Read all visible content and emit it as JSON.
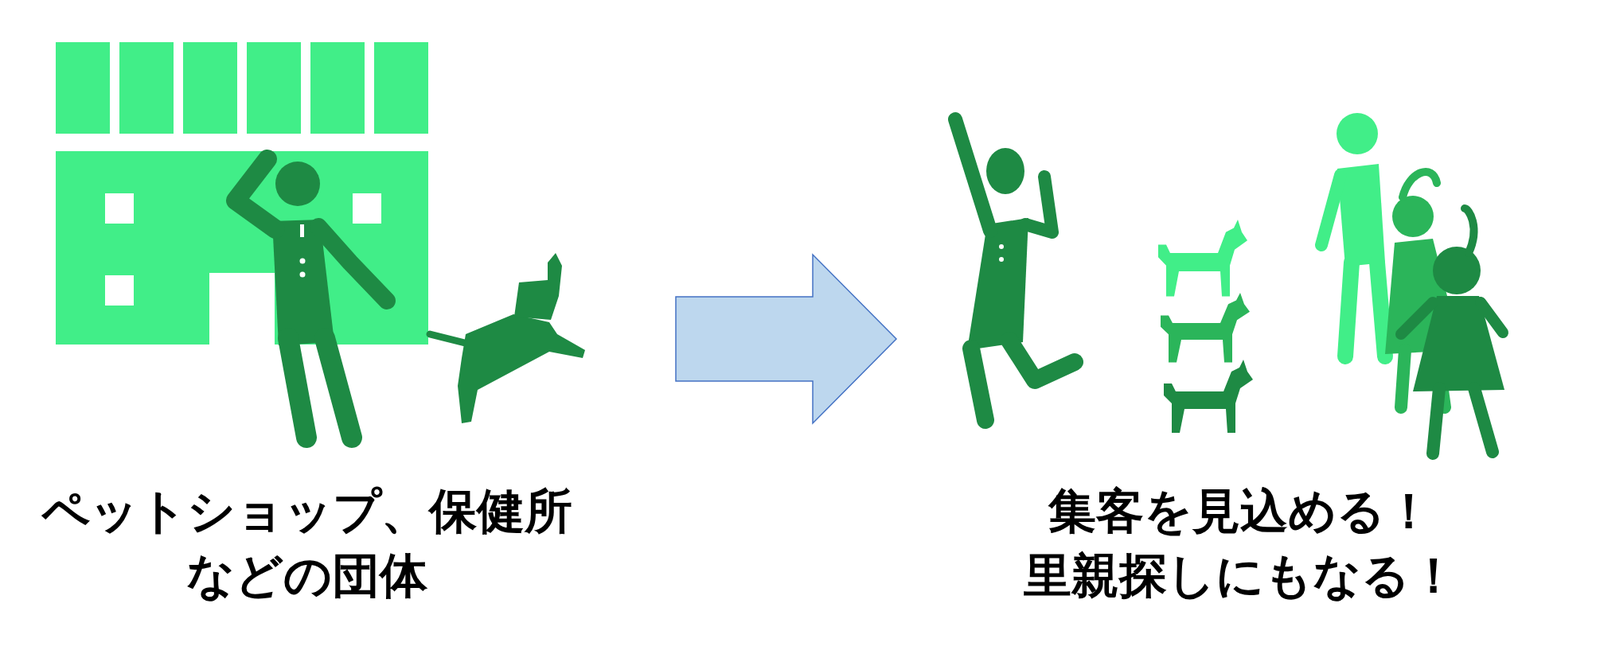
{
  "diagram": {
    "nodes": [
      {
        "text": [
          "ペットショップ、保健所 などの団体"
        ]
      },
      {
        "text": [
          "集客を見込める！ 里親探しにもなる！"
        ]
      }
    ],
    "edges": [
      {
        "from": 0,
        "to": 1,
        "arrow": "to"
      }
    ]
  }
}
